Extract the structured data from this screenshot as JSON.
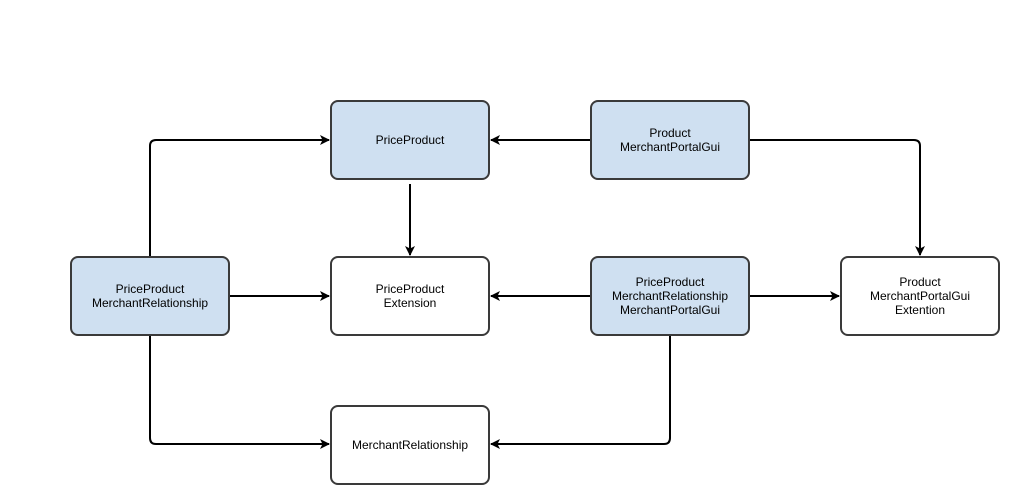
{
  "colors": {
    "filled_fill": "#cfe0f1",
    "plain_fill": "#ffffff",
    "stroke": "#3a3a3a",
    "edge": "#000000"
  },
  "nodes": {
    "price_product": {
      "lines": [
        "PriceProduct"
      ],
      "filled": true
    },
    "product_merchant_portal_gui": {
      "lines": [
        "Product",
        "MerchantPortalGui"
      ],
      "filled": true
    },
    "price_product_merchant_relationship": {
      "lines": [
        "PriceProduct",
        "MerchantRelationship"
      ],
      "filled": true
    },
    "price_product_extension": {
      "lines": [
        "PriceProduct",
        "Extension"
      ],
      "filled": false
    },
    "price_product_merchant_relationship_merchant_portal_gui": {
      "lines": [
        "PriceProduct",
        "MerchantRelationship",
        "MerchantPortalGui"
      ],
      "filled": true
    },
    "product_merchant_portal_gui_extention": {
      "lines": [
        "Product",
        "MerchantPortalGui",
        "Extention"
      ],
      "filled": false
    },
    "merchant_relationship": {
      "lines": [
        "MerchantRelationship"
      ],
      "filled": false
    }
  },
  "edges": [
    {
      "from": "product_merchant_portal_gui",
      "to": "price_product"
    },
    {
      "from": "product_merchant_portal_gui",
      "to": "product_merchant_portal_gui_extention"
    },
    {
      "from": "price_product",
      "to": "price_product_extension"
    },
    {
      "from": "price_product_merchant_relationship",
      "to": "price_product"
    },
    {
      "from": "price_product_merchant_relationship",
      "to": "price_product_extension"
    },
    {
      "from": "price_product_merchant_relationship",
      "to": "merchant_relationship"
    },
    {
      "from": "price_product_merchant_relationship_merchant_portal_gui",
      "to": "price_product_extension"
    },
    {
      "from": "price_product_merchant_relationship_merchant_portal_gui",
      "to": "product_merchant_portal_gui_extention"
    },
    {
      "from": "price_product_merchant_relationship_merchant_portal_gui",
      "to": "merchant_relationship"
    }
  ]
}
